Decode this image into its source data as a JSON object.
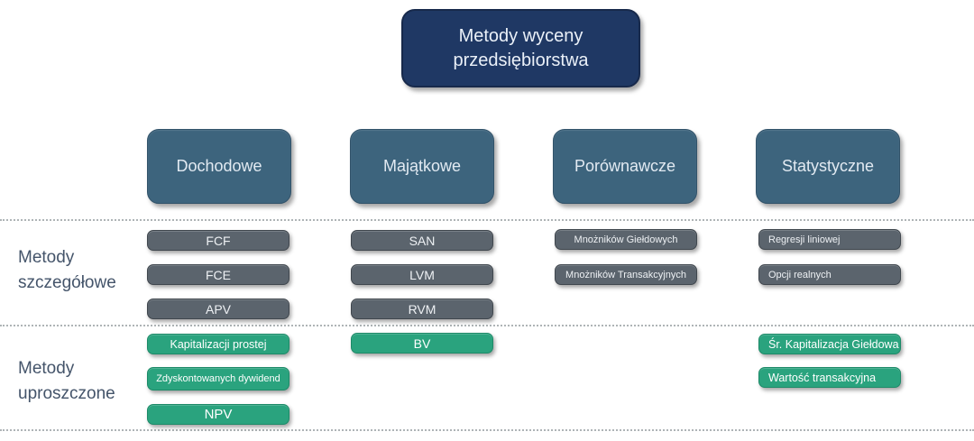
{
  "diagram": {
    "title": "Metody wyceny przedsiębiorstwa",
    "row_labels": {
      "detailed": "Metody szczegółowe",
      "simplified": "Metody uproszczone"
    },
    "columns": [
      {
        "label": "Dochodowe",
        "detailed": [
          "FCF",
          "FCE",
          "APV"
        ],
        "simplified": [
          "Kapitalizacji prostej",
          "Zdyskontowanych dywidend",
          "NPV"
        ]
      },
      {
        "label": "Majątkowe",
        "detailed": [
          "SAN",
          "LVM",
          "RVM"
        ],
        "simplified": [
          "BV"
        ]
      },
      {
        "label": "Porównawcze",
        "detailed": [
          "Mnożników Giełdowych",
          "Mnożników Transakcyjnych"
        ],
        "simplified": []
      },
      {
        "label": "Statystyczne",
        "detailed": [
          "Regresji liniowej",
          "Opcji realnych"
        ],
        "simplified": [
          "Śr. Kapitalizacja Giełdowa",
          "Wartość transakcyjna"
        ]
      }
    ],
    "colors": {
      "title_bg": "#1f3864",
      "category_bg": "#3d647d",
      "detailed_chip_bg": "#5b646d",
      "simplified_chip_bg": "#2aa37e",
      "row_label_text": "#44546a",
      "divider": "#aeb4b6"
    }
  }
}
